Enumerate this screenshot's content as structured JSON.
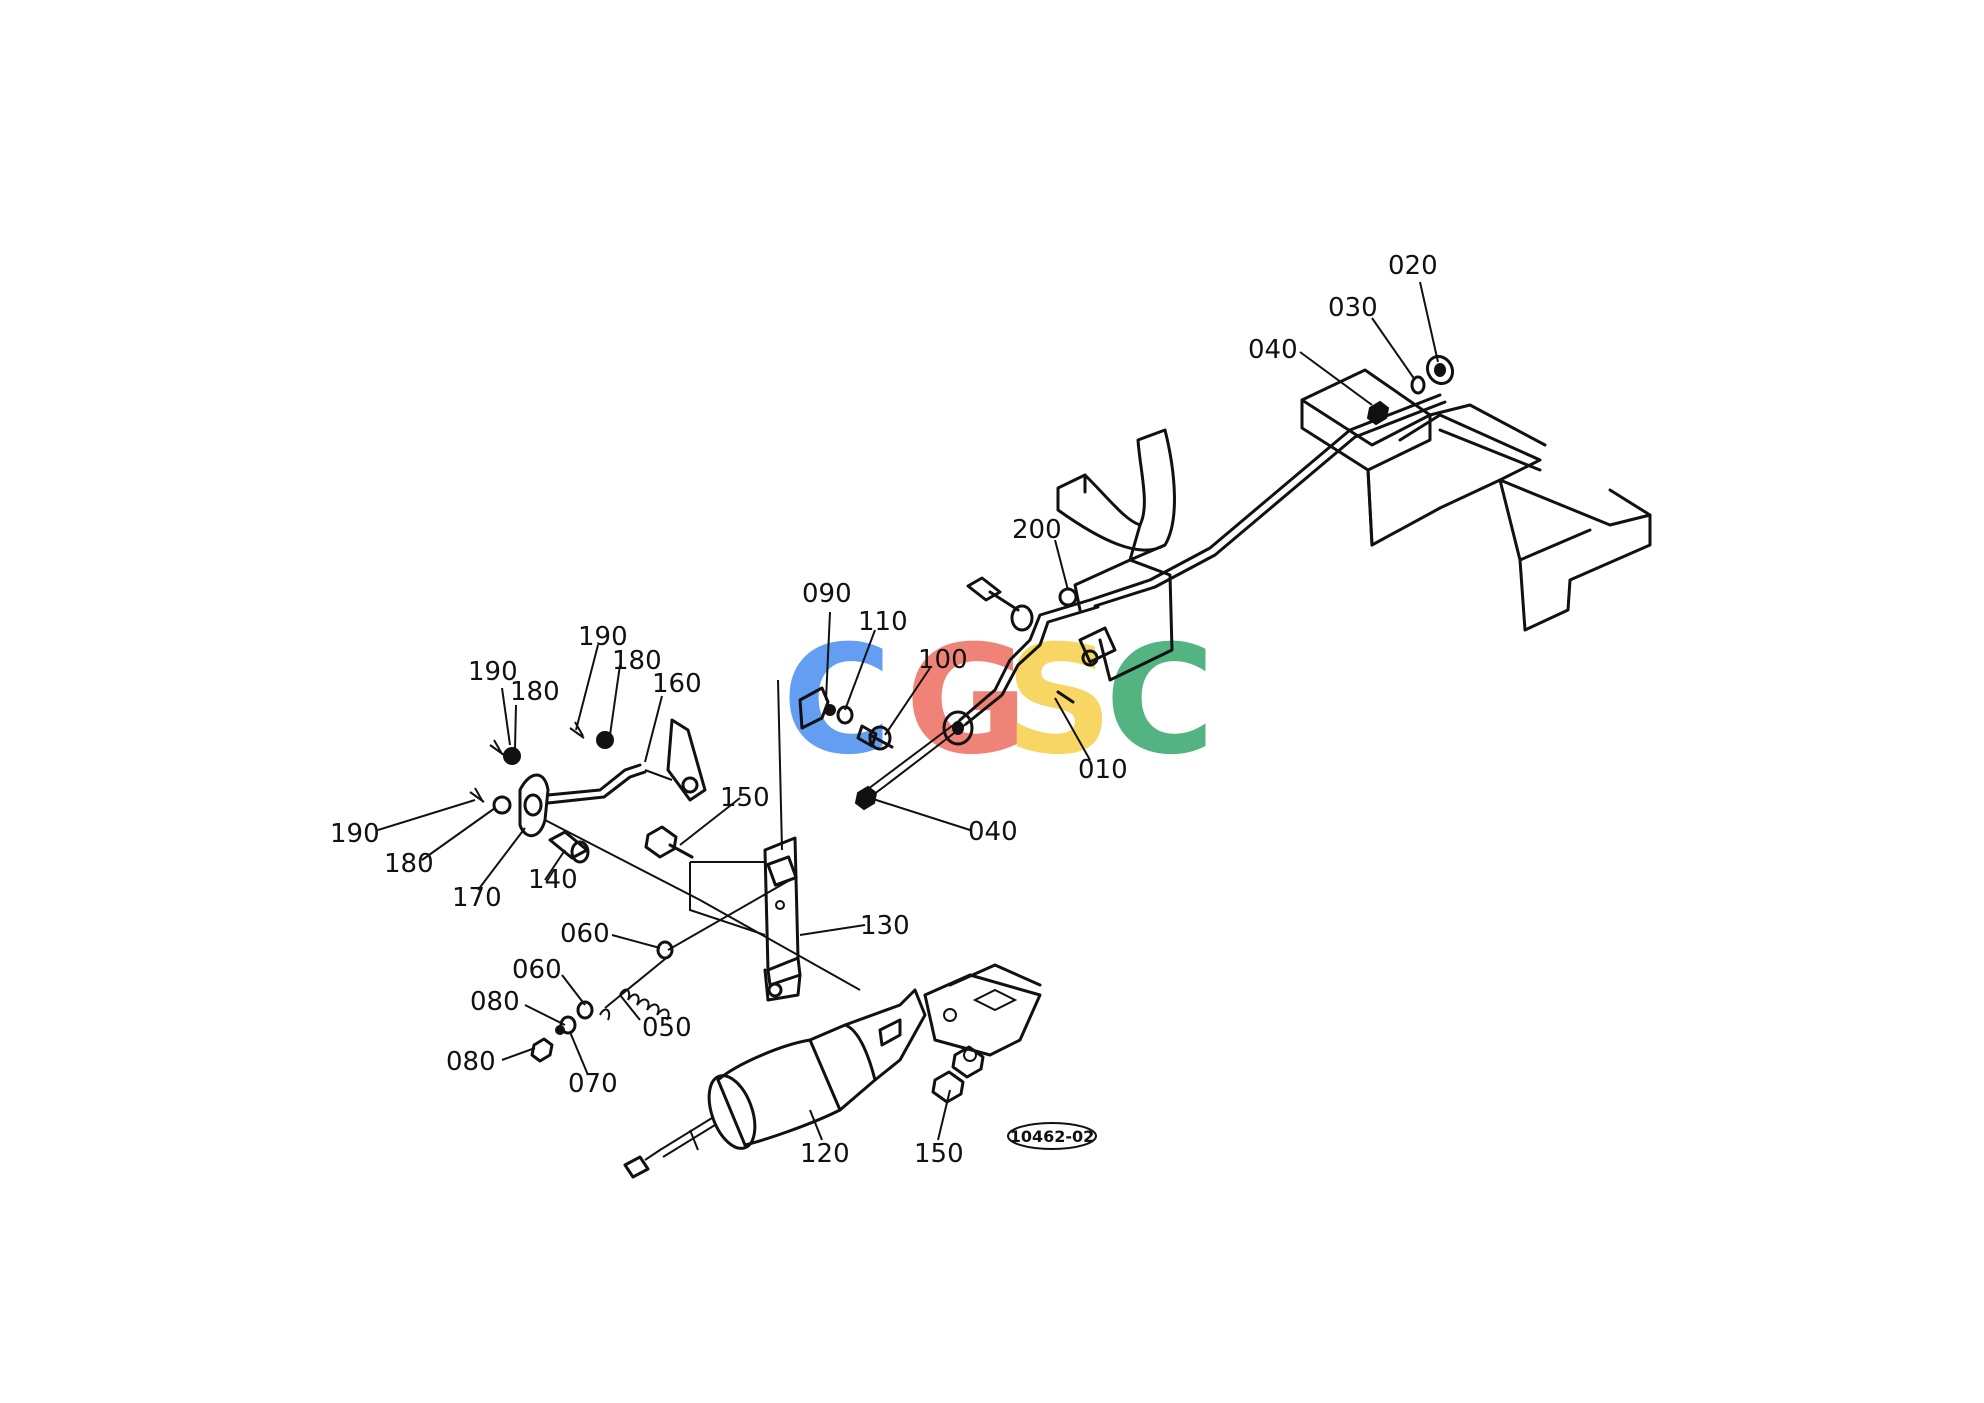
{
  "watermark": {
    "letters": [
      {
        "char": "C",
        "color": "#4a8ef0"
      },
      {
        "char": "G",
        "color": "#ee6e60"
      },
      {
        "char": "S",
        "color": "#f7cf4a"
      },
      {
        "char": "C",
        "color": "#36a86d"
      }
    ]
  },
  "reference": "10462-02",
  "callouts": {
    "c020": "020",
    "c030": "030",
    "c040a": "040",
    "c200": "200",
    "c090": "090",
    "c110": "110",
    "c100": "100",
    "c010": "010",
    "c040b": "040",
    "c150a": "150",
    "c130": "130",
    "c190a": "190",
    "c180a": "180",
    "c190b": "190",
    "c180b": "180",
    "c160": "160",
    "c190c": "190",
    "c180c": "180",
    "c170": "170",
    "c140": "140",
    "c060a": "060",
    "c060b": "060",
    "c080a": "080",
    "c050": "050",
    "c080b": "080",
    "c070": "070",
    "c120": "120",
    "c150b": "150"
  }
}
